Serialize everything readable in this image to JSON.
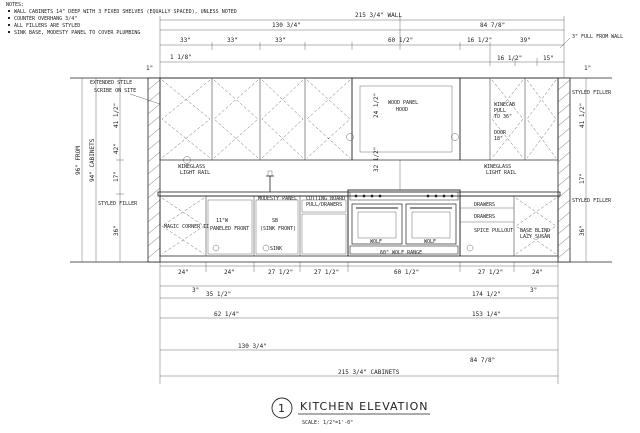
{
  "notes": {
    "heading": "NOTES:",
    "items": [
      "WALL CABINETS 14\" DEEP WITH 3 FIXED SHELVES (EQUALLY SPACED), UNLESS NOTED",
      "COUNTER OVERHANG 3/4\"",
      "ALL FILLERS ARE STYLED",
      "SINK BASE, MODESTY PANEL TO COVER PLUMBING"
    ]
  },
  "top_dims": {
    "overall": "215 3/4\" WALL",
    "left_run": "130 3/4\"",
    "right_run": "84 7/8\"",
    "wall_cab_1": "33\"",
    "wall_cab_2": "33\"",
    "wall_cab_3": "33\"",
    "hood": "60 1/2\"",
    "corner_cab": "16 1/2\"",
    "right_wall_cab": "39\"",
    "sub_left": "16 1/2\"",
    "sub_right": "15\"",
    "left_filler": "1 1/8\"",
    "left_gap": "1\"",
    "right_gap": "1\"",
    "full_wall_note": "3\" FULL FROM WALL"
  },
  "vertical_dims": {
    "ceiling": "96\" FROM",
    "cabinets": "94\" CABINETS",
    "wall_cab_height": "41 1/2\"",
    "wall_cab_gap": "42\"",
    "backsplash": "17\"",
    "base_height": "36\"",
    "hood_height": "24 1/2\"",
    "hood_clear": "32 1/2\"",
    "right_wall_cab_height": "41 1/2\"",
    "right_backsplash": "17\"",
    "right_base_height": "36\""
  },
  "labels": {
    "extended_stile": "EXTENDED STILE\nSCRIBE ON SITE",
    "wine_glass_left": "WINEGLASS\nLIGHT RAIL",
    "wood_panel_hood": "WOOD PANEL\nHOOD",
    "wine_pull": "WINECAB\nPULL\nTO 36\"",
    "door": "DOOR\n18\"",
    "wine_glass_right": "WINEGLASS\nLIGHT RAIL",
    "styled_filler_top": "STYLED FILLER",
    "styled_filler_mid": "STYLED FILLER",
    "styled_filler_left": "STYLED FILLER",
    "magic_corner": "MAGIC CORNER II",
    "pull_out": "11\"W\nPANELED FRONT",
    "modesty_panel": "MODESTY PANEL",
    "sink_base": "SB\n(SINK FRONT)",
    "sink_note": "SINK",
    "cutting_board": "CUTTING BOARD\nPULL/DRAWERS",
    "range": "60\" WOLF RANGE",
    "drawers_1": "DRAWERS",
    "drawers_2": "DRAWERS",
    "spice_pullout": "SPICE PULLOUT",
    "base_blind": "BASE BLIND\nLAZY SUSAN",
    "brand_left": "WOLF",
    "brand_right": "WOLF"
  },
  "bottom_dims": {
    "d1": "24\"",
    "d2": "24\"",
    "d3": "27 1/2\"",
    "d4": "27 1/2\"",
    "d5": "60 1/2\"",
    "d6": "27 1/2\"",
    "d7": "24\"",
    "filler_left": "3\"",
    "filler_right": "3\"",
    "run_a": "35 1/2\"",
    "run_b": "174 1/2\"",
    "run_c": "62 1/4\"",
    "run_d": "153 1/4\"",
    "run_e": "130 3/4\"",
    "run_f": "84 7/8\"",
    "overall": "215 3/4\" CABINETS"
  },
  "title": {
    "number": "1",
    "name": "KITCHEN ELEVATION",
    "scale": "SCALE: 1/2\"=1'-0\""
  }
}
